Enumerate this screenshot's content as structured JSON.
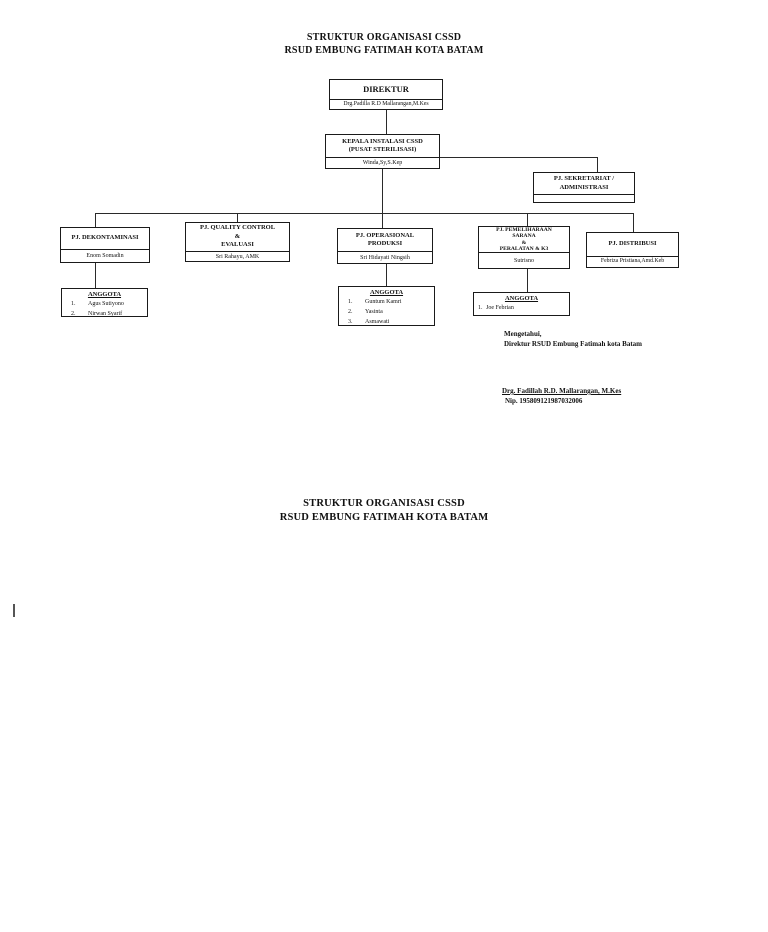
{
  "document": {
    "title_top": {
      "line1": "STRUKTUR ORGANISASI CSSD",
      "line2": "RSUD EMBUNG FATIMAH KOTA BATAM"
    },
    "title_bottom": {
      "line1": "STRUKTUR ORGANISASI CSSD",
      "line2": "RSUD EMBUNG FATIMAH KOTA BATAM"
    }
  },
  "org_chart": {
    "direktur": {
      "title": "DIREKTUR",
      "name": "Drg.Padilla R.D Mallarangan,M.Kes"
    },
    "kepala_instalasi": {
      "title_line1": "KEPALA INSTALASI CSSD",
      "title_line2": "(PUSAT STERILISASI)",
      "name": "Winda,Sy,S.Kep"
    },
    "sekretariat": {
      "title_line1": "PJ. SEKRETARIAT /",
      "title_line2": "ADMINISTRASI",
      "name": ""
    },
    "dekontaminasi": {
      "title": "PJ. DEKONTAMINASI",
      "name": "Enom Somadin"
    },
    "quality_control": {
      "title_line1": "PJ. QUALITY CONTROL",
      "title_line2": "&",
      "title_line3": "EVALUASI",
      "name": "Sri Rahayu, AMK"
    },
    "operasional": {
      "title_line1": "PJ. OPERASIONAL",
      "title_line2": "PRODUKSI",
      "name": "Sri Hidayati Ningsih"
    },
    "pemeliharaan": {
      "title_line1": "PJ. PEMELIHARAAN",
      "title_line2": "SARANA",
      "title_line3": "&",
      "title_line4": "PERALATAN & K3",
      "name": "Sutrisno"
    },
    "distribusi": {
      "title": "PJ. DISTRIBUSI",
      "name": "Febriza Pristiana,Amd.Keb"
    },
    "anggota_dekontaminasi": {
      "heading": "ANGGOTA",
      "items": [
        {
          "num": "1.",
          "text": "Agus Sutiyono"
        },
        {
          "num": "2.",
          "text": "Nirwan Syarif"
        }
      ]
    },
    "anggota_operasional": {
      "heading": "ANGGOTA",
      "items": [
        {
          "num": "1.",
          "text": "Guntum Kamri"
        },
        {
          "num": "2.",
          "text": "Yasinta"
        },
        {
          "num": "3.",
          "text": "Asmawati"
        }
      ]
    },
    "anggota_pemeliharaan": {
      "heading": "ANGGOTA",
      "items": [
        {
          "num": "1.",
          "text": "Joe Febrian"
        }
      ]
    }
  },
  "signature": {
    "line1": "Mengetahui,",
    "line2": "Direktur RSUD Embung Fatimah kota Batam",
    "name": "Drg. Fadillah R.D. Mallarangan, M.Kes",
    "nip": "Nip. 195809121987032006"
  },
  "colors": {
    "background": "#ffffff",
    "border": "#1a1a1a",
    "line": "#2a2a2a",
    "text": "#111111"
  }
}
